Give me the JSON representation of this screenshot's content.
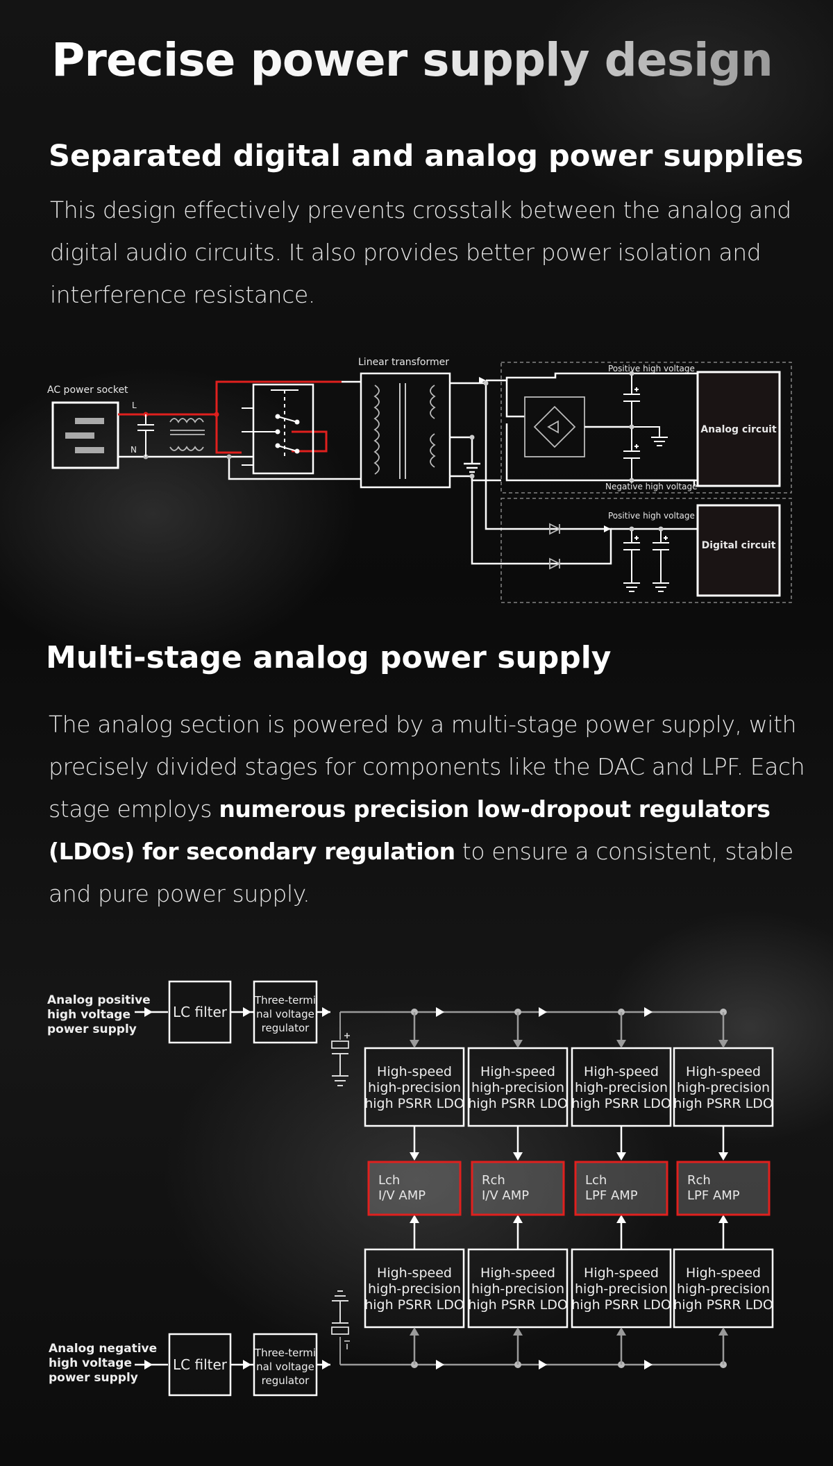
{
  "title": "Precise power supply design",
  "section1": {
    "heading": "Separated digital and analog power supplies",
    "body": "This design effectively prevents crosstalk between the analog and digital audio circuits. It also provides better power isolation and interference resistance."
  },
  "diagram1": {
    "ac_socket": "AC power socket",
    "live": "L",
    "neutral": "N",
    "transformer": "Linear transformer",
    "positive_hv_top": "Positive high voltage",
    "negative_hv": "Negative high voltage",
    "analog_circuit": "Analog circuit",
    "positive_hv_bottom": "Positive high voltage",
    "digital_circuit": "Digital circuit"
  },
  "section2": {
    "heading": "Multi-stage analog power supply",
    "body_part1": "The analog section is powered by a multi-stage power supply, with precisely divided stages for components like the DAC and LPF. Each stage employs ",
    "body_bold": "numerous precision low-dropout regulators (LDOs) for secondary regulation",
    "body_part2": " to ensure a consistent, stable and pure power supply."
  },
  "diagram2": {
    "pos_supply": [
      "Analog positive",
      "high voltage",
      "power supply"
    ],
    "neg_supply": [
      "Analog negative",
      "high voltage",
      "power supply"
    ],
    "lc_filter": "LC filter",
    "regulator": [
      "Three-termi",
      "nal voltage",
      "regulator"
    ],
    "ldo": [
      "High-speed",
      "high-precision",
      "high PSRR LDO"
    ],
    "amps": [
      {
        "line1": "Lch",
        "line2": "I/V AMP"
      },
      {
        "line1": "Rch",
        "line2": "I/V AMP"
      },
      {
        "line1": "Lch",
        "line2": "LPF AMP"
      },
      {
        "line1": "Rch",
        "line2": "LPF AMP"
      }
    ]
  },
  "colors": {
    "accent_red": "#e0201e",
    "line": "#ffffff",
    "muted_line": "#9a9a9a"
  }
}
